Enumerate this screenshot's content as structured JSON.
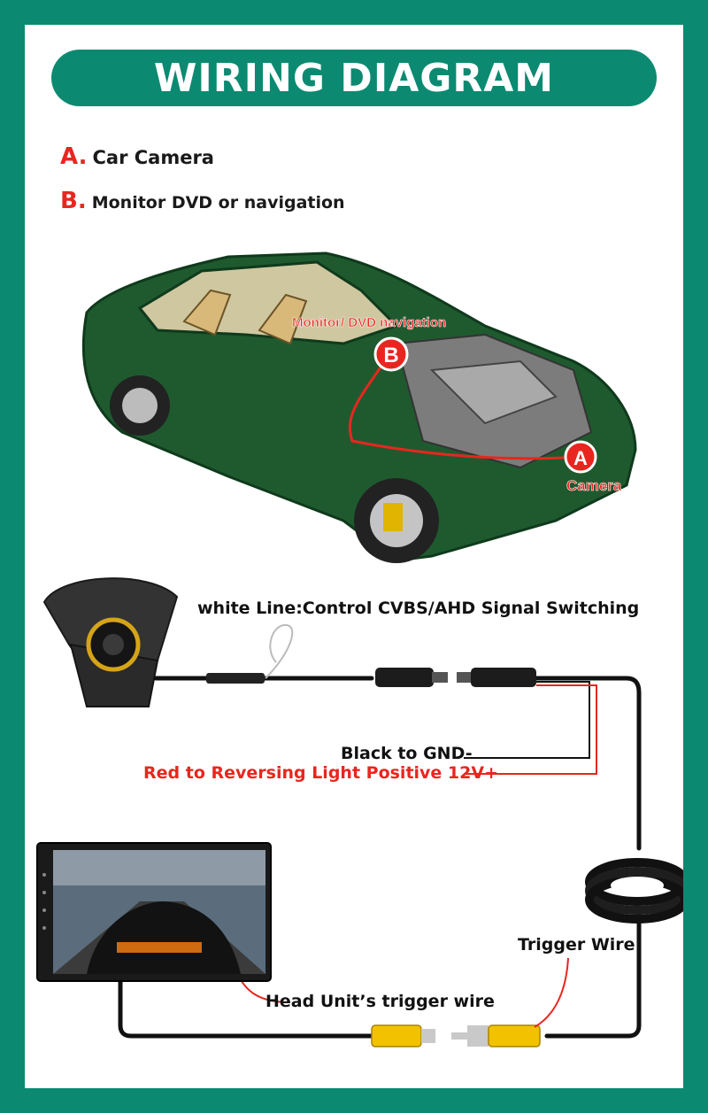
{
  "header": {
    "title": "WIRING DIAGRAM"
  },
  "legend": [
    {
      "letter": "A.",
      "label": "Car Camera"
    },
    {
      "letter": "B.",
      "label": "Monitor DVD or navigation"
    }
  ],
  "car": {
    "marker_b": "B",
    "marker_b_caption": "Monitor/ DVD navigation",
    "marker_a": "A",
    "marker_a_caption": "Camera"
  },
  "wiring": {
    "white_line": "white Line:Control CVBS/AHD Signal Switching",
    "black_gnd": "Black to GND-",
    "red_12v": "Red to Reversing Light Positive 12V+",
    "trigger_wire": "Trigger Wire",
    "head_unit_trigger": "Head Unit’s trigger wire"
  },
  "colors": {
    "frame": "#0b8a71",
    "accent_red": "#e8261f",
    "car_body": "#1f5a2f",
    "rca_yellow": "#f2c200"
  }
}
